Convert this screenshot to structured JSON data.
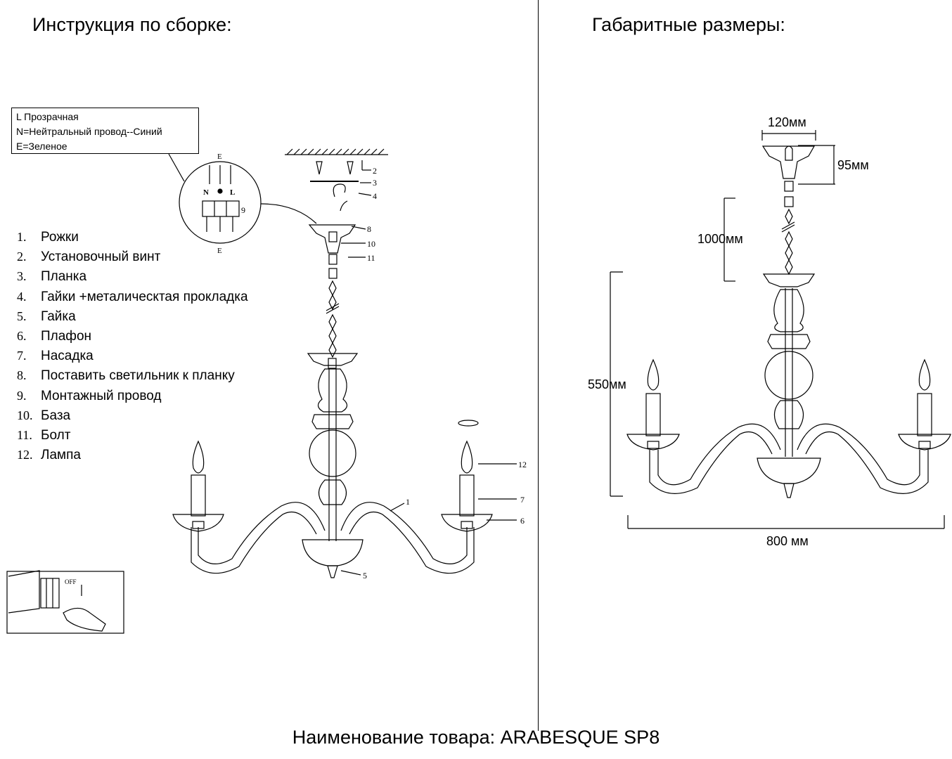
{
  "headings": {
    "assembly": "Инструкция по сборке:",
    "dimensions": "Габаритные размеры:"
  },
  "wiring_legend": [
    "L Прозрачная",
    "N=Нейтральный провод--Синий",
    " E=Зеленое"
  ],
  "terminal_labels": {
    "top": "E",
    "bottom": "E",
    "n": "N",
    "l": "L",
    "nine": "9"
  },
  "parts": [
    {
      "num": "1.",
      "label": "Рожки"
    },
    {
      "num": "2.",
      "label": "Установочный винт"
    },
    {
      "num": "3.",
      "label": "Планка"
    },
    {
      "num": "4.",
      "label": "Гайки +металическтая прокладка"
    },
    {
      "num": "5.",
      "label": "Гайка"
    },
    {
      "num": "6.",
      "label": "Плафон"
    },
    {
      "num": "7.",
      "label": "Насадка"
    },
    {
      "num": "8.",
      "label": "Поставить светильник к планку"
    },
    {
      "num": "9.",
      "label": "Монтажный провод"
    },
    {
      "num": "10.",
      "label": "База"
    },
    {
      "num": "11.",
      "label": "Болт"
    },
    {
      "num": "12.",
      "label": "Лампа"
    }
  ],
  "callouts": [
    "2",
    "3",
    "4",
    "8",
    "10",
    "11",
    "12",
    "1",
    "7",
    "6",
    "5"
  ],
  "switch_label": "OFF",
  "dimension_labels": {
    "canopy_width": "120мм",
    "canopy_height": "95мм",
    "chain_length": "1000мм",
    "body_height": "550мм",
    "total_width": "800 мм"
  },
  "footer": {
    "product_name": "Наименование товара: ARABESQUE SP8"
  }
}
